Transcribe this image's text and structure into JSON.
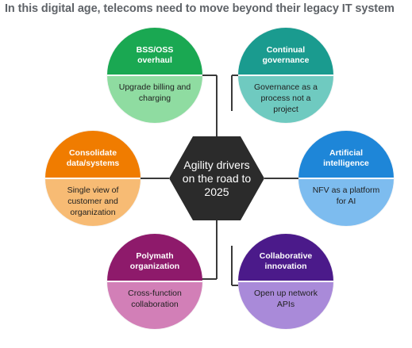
{
  "headline": "In this digital age, telecoms need to move beyond their legacy IT system",
  "center": {
    "text": "Agility drivers on the road to 2025",
    "color": "#2b2b2b"
  },
  "connector_color": "#3a3a3a",
  "drivers": [
    {
      "id": "bss-oss",
      "title": "BSS/OSS overhaul",
      "desc": "Upgrade billing and charging",
      "top_color": "#1aa852",
      "bottom_color": "#8fdca1"
    },
    {
      "id": "governance",
      "title": "Continual governance",
      "desc": "Governance as a process not a project",
      "top_color": "#1a9b8f",
      "bottom_color": "#6fcac0"
    },
    {
      "id": "consolidate",
      "title": "Consolidate data/systems",
      "desc": "Single view of customer and organization",
      "top_color": "#f07c00",
      "bottom_color": "#f7bb74"
    },
    {
      "id": "ai",
      "title": "Artificial intelligence",
      "desc": "NFV as a platform for AI",
      "top_color": "#1e86d8",
      "bottom_color": "#7dbcef"
    },
    {
      "id": "polymath",
      "title": "Polymath organization",
      "desc": "Cross-function collaboration",
      "top_color": "#8e1a6b",
      "bottom_color": "#d27fb7"
    },
    {
      "id": "collaborative",
      "title": "Collaborative innovation",
      "desc": "Open up network APIs",
      "top_color": "#4b1a8a",
      "bottom_color": "#a98ad9"
    }
  ]
}
